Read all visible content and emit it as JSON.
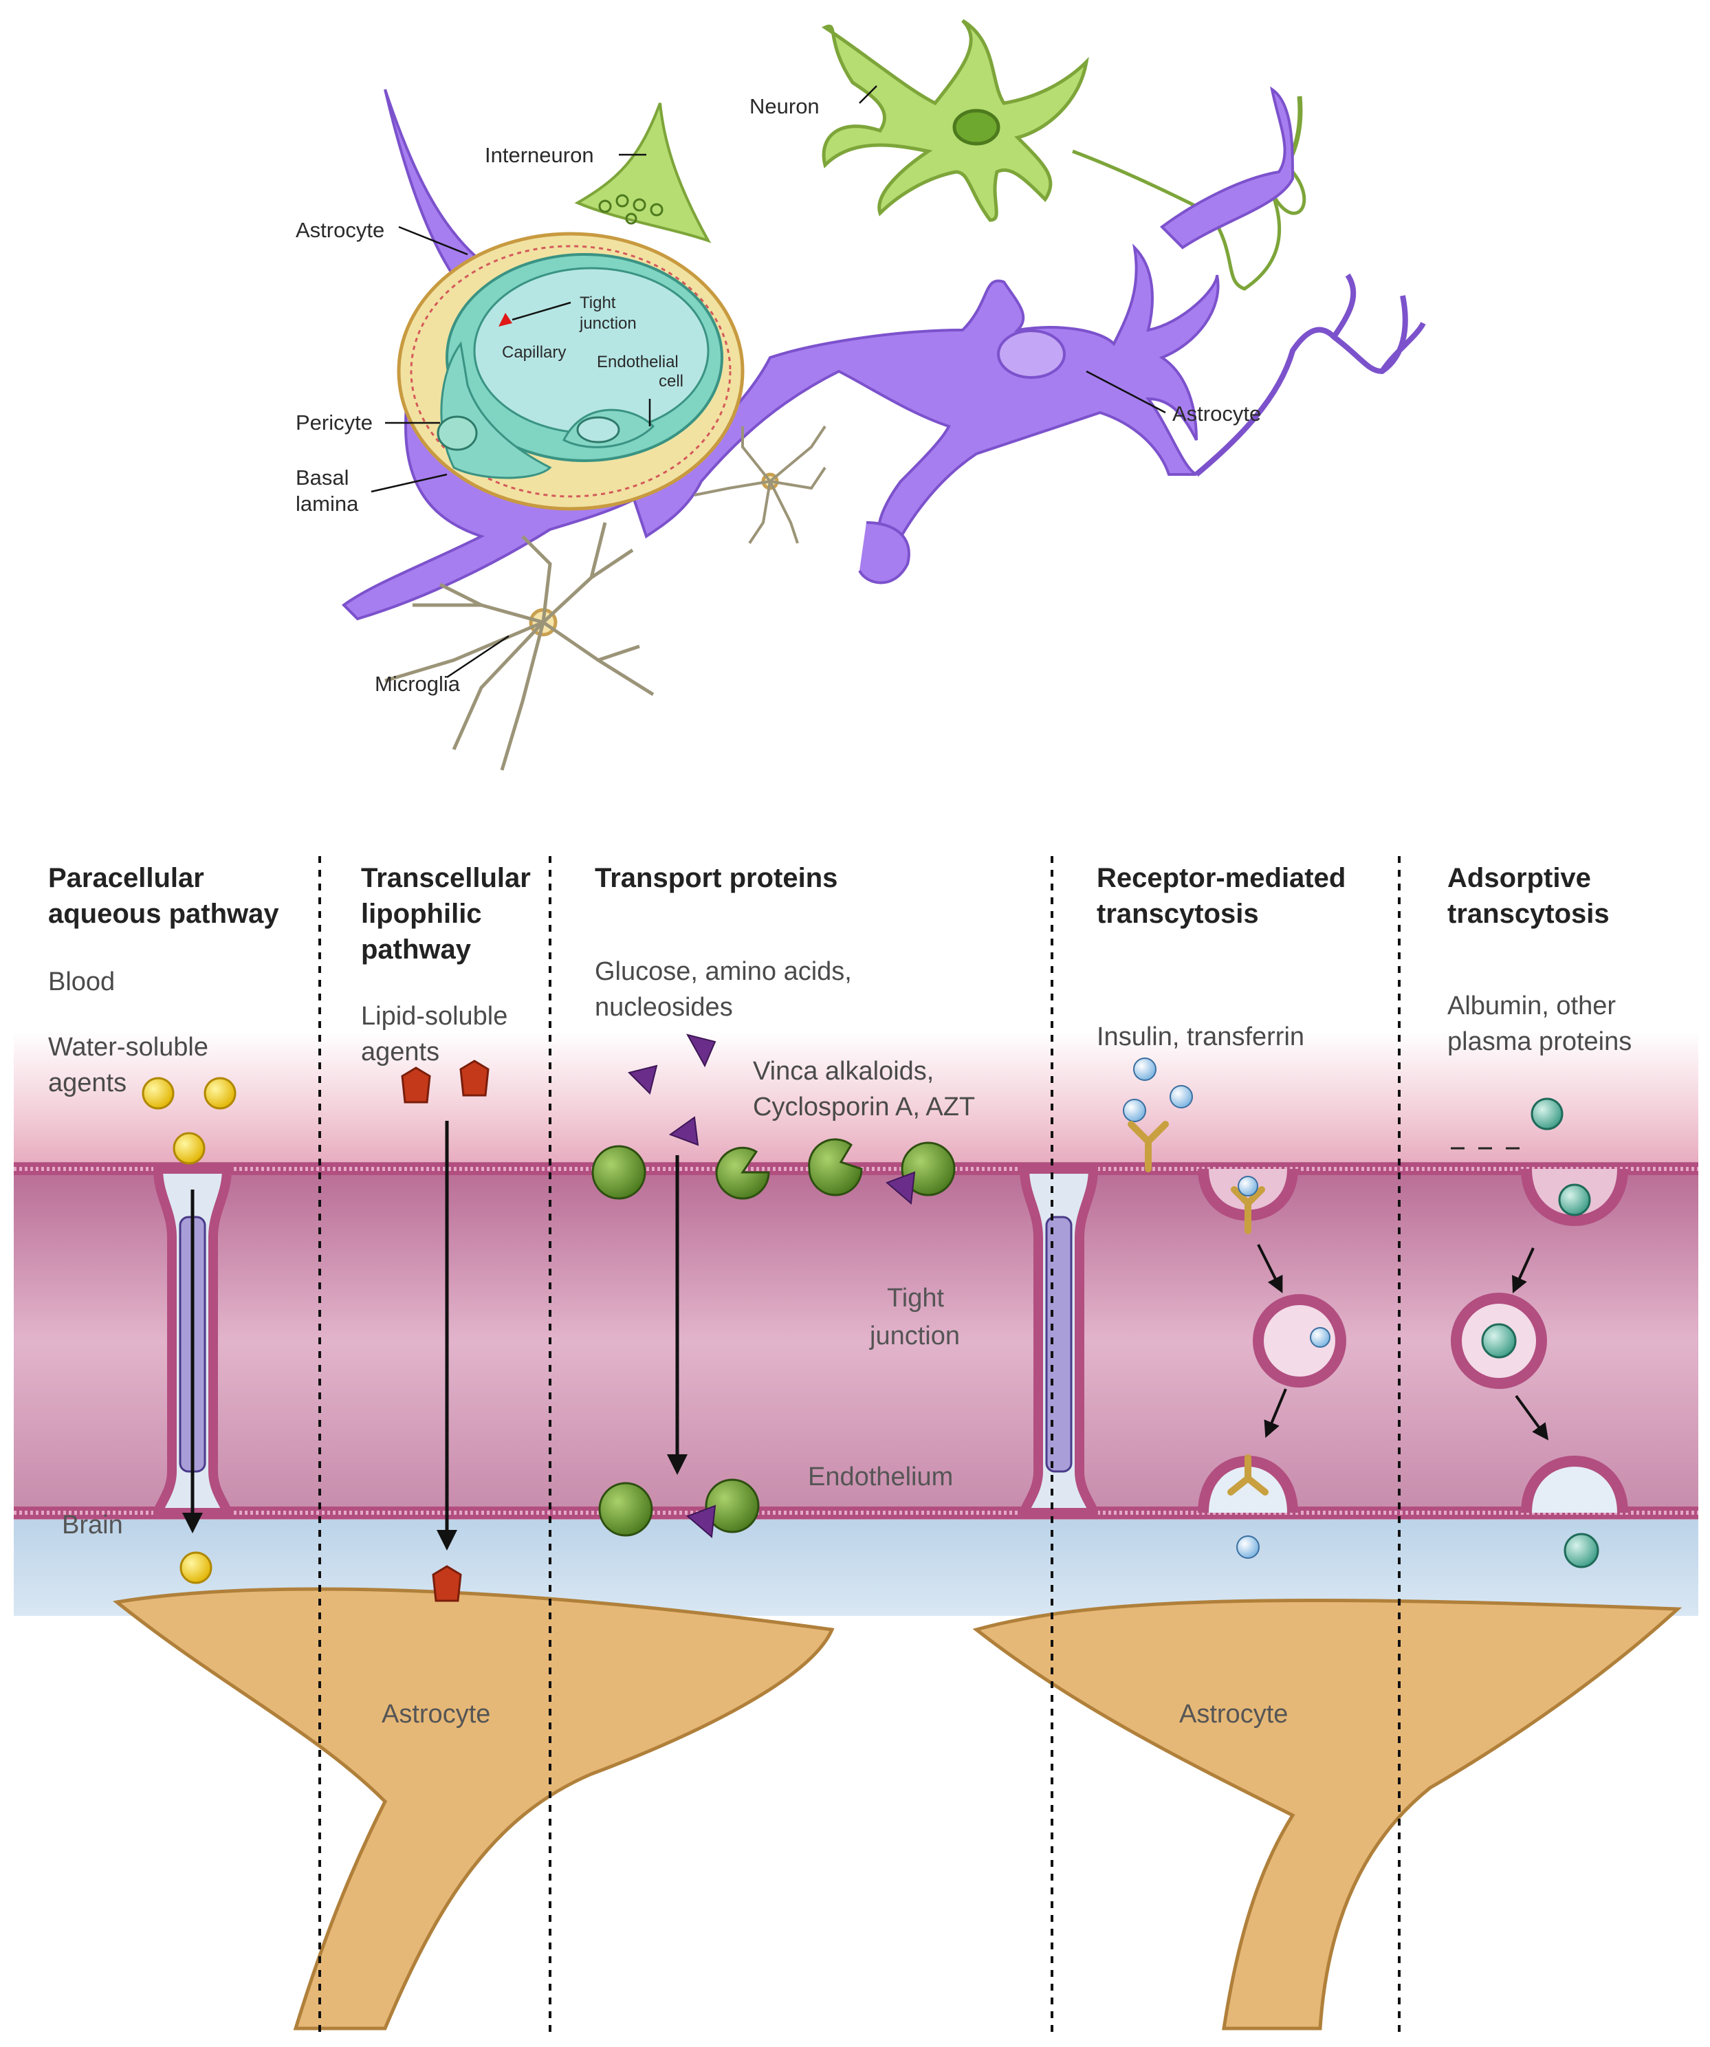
{
  "top_labels": {
    "neuron": "Neuron",
    "interneuron": "Interneuron",
    "astrocyte_left": "Astrocyte",
    "tight_junction_1": "Tight",
    "tight_junction_2": "junction",
    "capillary": "Capillary",
    "endothelial_1": "Endothelial",
    "endothelial_2": "cell",
    "pericyte": "Pericyte",
    "basal_1": "Basal",
    "basal_2": "lamina",
    "astrocyte_right": "Astrocyte",
    "microglia": "Microglia"
  },
  "columns": [
    {
      "header": [
        "Paracellular",
        "aqueous pathway"
      ],
      "lines": [
        "Blood",
        "Water-soluble",
        "agents"
      ]
    },
    {
      "header": [
        "Transcellular",
        "lipophilic",
        "pathway"
      ],
      "lines": [
        "Lipid-soluble",
        "agents"
      ]
    },
    {
      "header": [
        "Transport proteins"
      ],
      "lines": [
        "Glucose, amino acids,",
        "nucleosides",
        "Vinca alkaloids,",
        "Cyclosporin A, AZT"
      ]
    },
    {
      "header": [
        "Receptor-mediated",
        "transcytosis"
      ],
      "lines": [
        "Insulin, transferrin"
      ]
    },
    {
      "header": [
        "Adsorptive",
        "transcytosis"
      ],
      "lines": [
        "Albumin, other",
        "plasma proteins"
      ]
    }
  ],
  "bottom_labels": {
    "tight_junction_1": "Tight",
    "tight_junction_2": "junction",
    "endothelium": "Endothelium",
    "brain": "Brain",
    "astrocyte_left": "Astrocyte",
    "astrocyte_right": "Astrocyte"
  },
  "colors": {
    "astrocyte_purple": "#a77ef0",
    "neuron_green": "#b6dd72",
    "endothelium_pink": "#c97da4",
    "brain_blue": "#c8dcec",
    "astrocyte_tan": "#e6b877"
  }
}
